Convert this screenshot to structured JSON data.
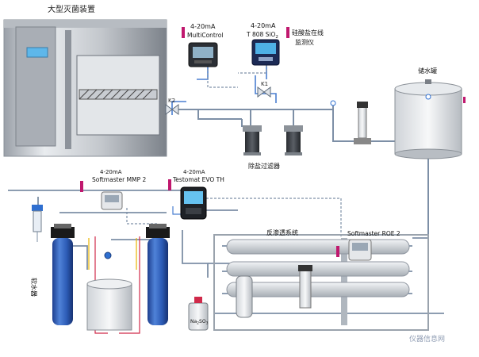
{
  "labels": {
    "sterilizer": "大型灭菌装置",
    "multicontrol_range": "4-20mA",
    "multicontrol_name": "MultiControl",
    "silicate_range": "4-20mA",
    "silicate_model": "T 808 SiO",
    "silicate_model_sub": "2",
    "silicate_name_line1": "硅酸盐在线",
    "silicate_name_line2": "监测仪",
    "valve_k2": "K2",
    "valve_k1": "K1",
    "storage_tank": "储水罐",
    "demin_filter": "除盐过滤器",
    "mmp_range": "4-20mA",
    "mmp_name": "Softmaster MMP 2",
    "testomat_range": "4-20mA",
    "testomat_name": "Testomat EVO TH",
    "ro_system": "反渗透系统",
    "roe_name": "Softmaster ROE 2",
    "softener": "软水器",
    "chem_bottle": "Na",
    "chem_bottle_sub1": "2",
    "chem_bottle_mid": "SO",
    "chem_bottle_sub2": "3",
    "watermark": "仪器信息网"
  },
  "colors": {
    "pipe": "#7d8fa6",
    "water": "#2f6fd0",
    "line_blue": "#4a7fd0",
    "signal_red": "#d02a4a",
    "signal_yellow": "#e8b400",
    "sensor_magenta": "#c0186e"
  }
}
